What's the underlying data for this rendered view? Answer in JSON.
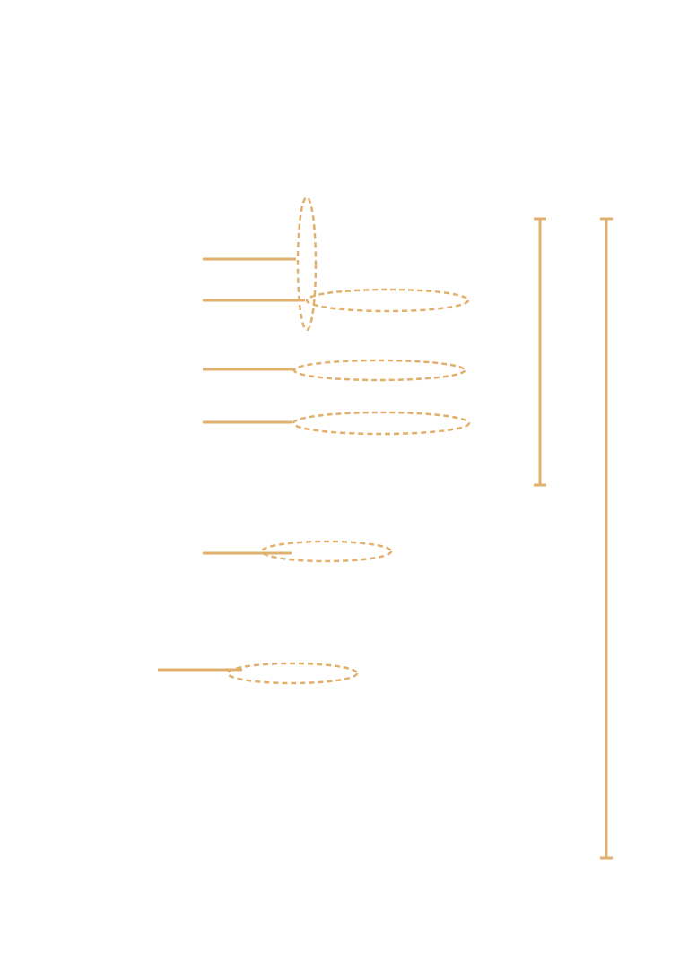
{
  "colors": {
    "stroke": "#e0b06c",
    "background": "#ffffff"
  },
  "diagram": {
    "leaders": [
      {
        "id": "leader-1"
      },
      {
        "id": "leader-2"
      },
      {
        "id": "leader-3"
      },
      {
        "id": "leader-4"
      },
      {
        "id": "leader-5"
      },
      {
        "id": "leader-6"
      }
    ],
    "ellipses": [
      {
        "id": "ellipse-vertical"
      },
      {
        "id": "ellipse-2"
      },
      {
        "id": "ellipse-3"
      },
      {
        "id": "ellipse-4"
      },
      {
        "id": "ellipse-5"
      },
      {
        "id": "ellipse-6"
      }
    ],
    "brackets": [
      {
        "id": "bracket-short"
      },
      {
        "id": "bracket-long"
      }
    ]
  }
}
